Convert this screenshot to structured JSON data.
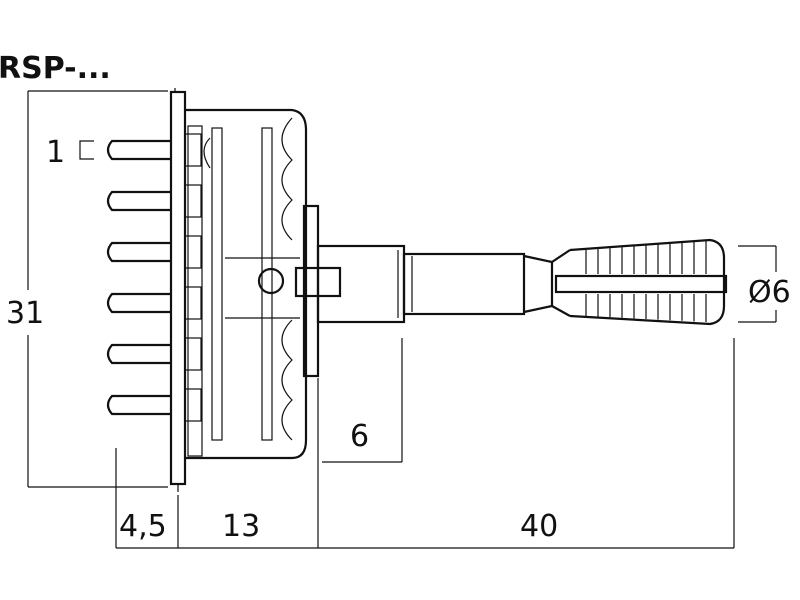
{
  "title": "RSP-...",
  "dimensions": {
    "total_height": "31",
    "pin_pitch": "1",
    "pin_length": "4,5",
    "body_depth": "13",
    "bushing_length": "6",
    "shaft_length": "40",
    "shaft_diameter": "Ø6"
  },
  "drawing": {
    "pin_count": 6,
    "knurl_lines": 11
  },
  "colors": {
    "ink": "#111111",
    "background": "#ffffff"
  }
}
